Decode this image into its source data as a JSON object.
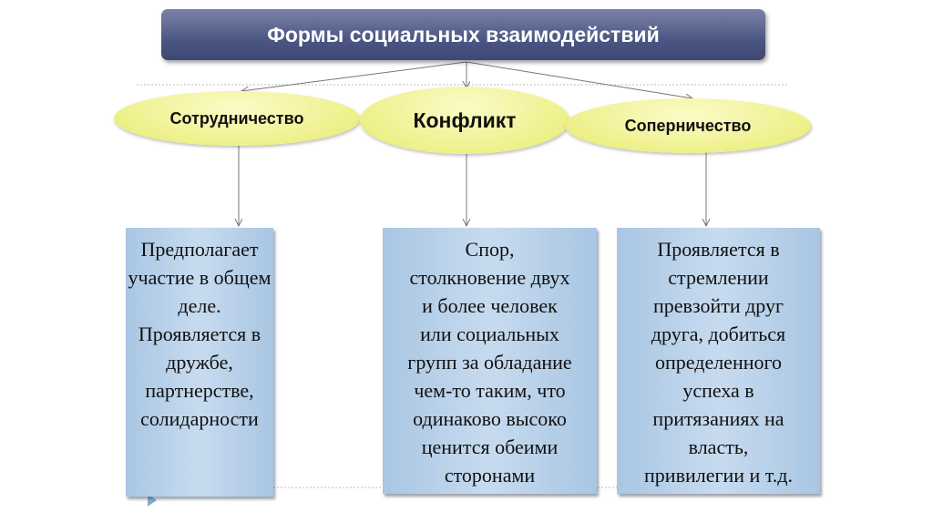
{
  "title": "Формы социальных взаимодействий",
  "forms": [
    {
      "label": "Сотрудничество",
      "description": "Предполагает\nучастие в общем\nделе.\nПроявляется в\nдружбе,\nпартнерстве,\nсолидарности"
    },
    {
      "label": "Конфликт",
      "description": "Спор,\nстолкновение двух\nи более человек\nили социальных\nгрупп за обладание\nчем-то таким, что\nодинаково высоко\nценится обеими\nсторонами"
    },
    {
      "label": "Соперничество",
      "description": "Проявляется в\nстремлении\nпревзойти друг\nдруга, добиться\nопределенного\nуспеха в\nпритязаниях на\nвласть,\nпривилегии и т.д."
    }
  ]
}
